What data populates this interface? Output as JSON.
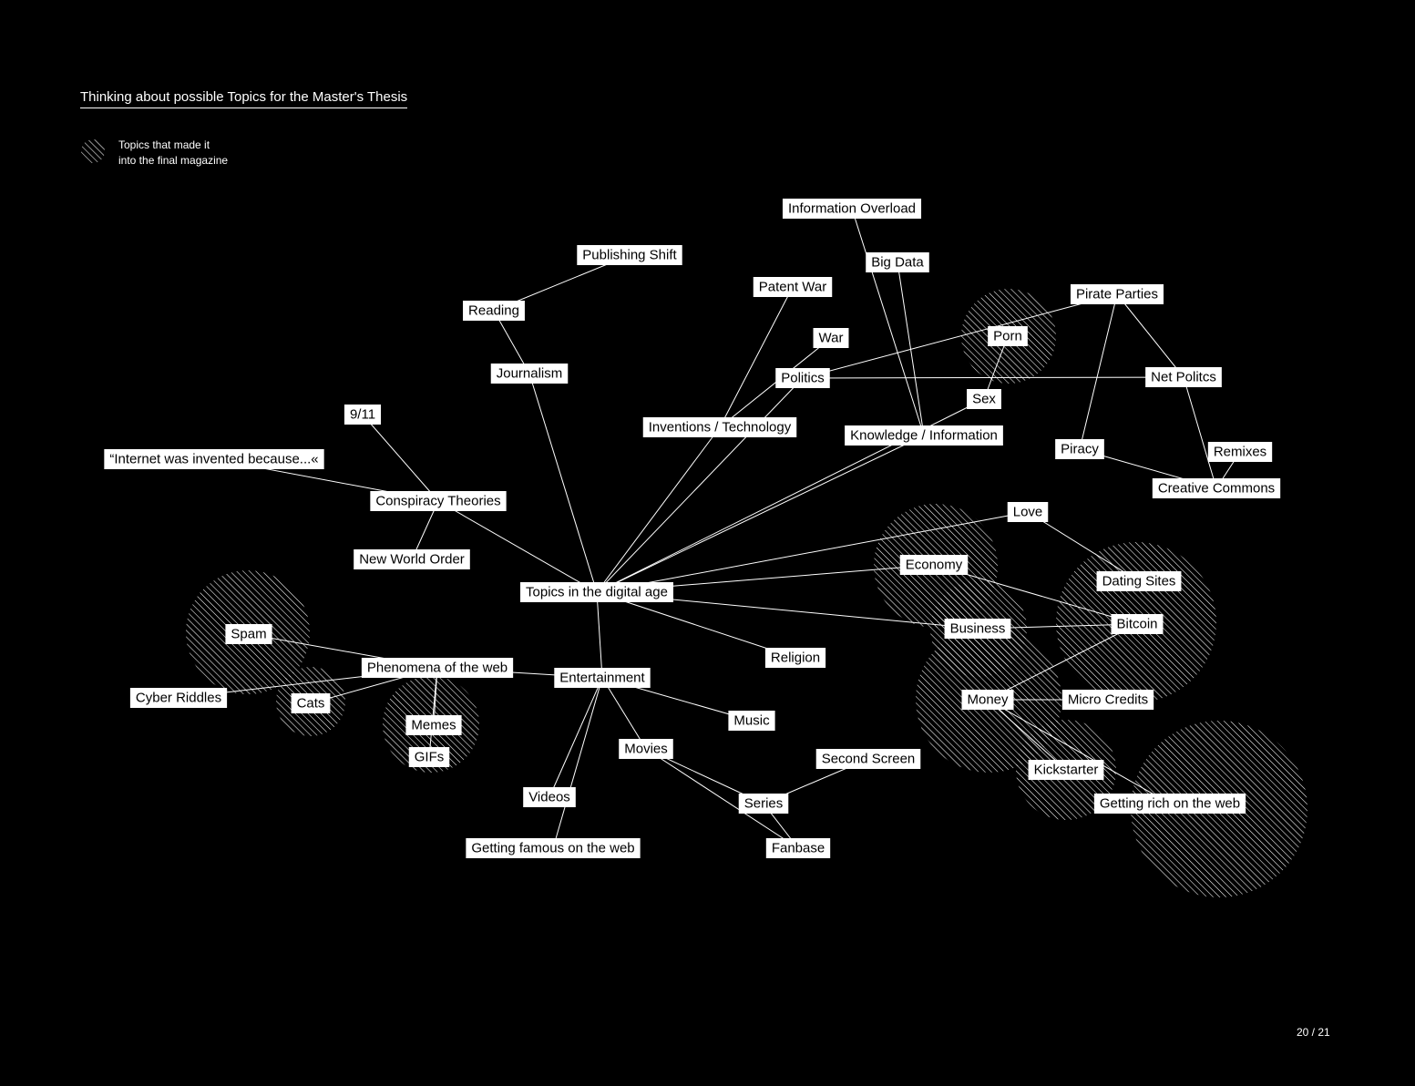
{
  "page": {
    "title": "Thinking about possible Topics for the Master's Thesis",
    "legend_line1": "Topics that made it",
    "legend_line2": "into the final magazine",
    "page_number": "20 / 21"
  },
  "colors": {
    "background": "#000000",
    "foreground": "#ffffff",
    "node_text": "#000000"
  },
  "nodes": [
    {
      "id": "information-overload",
      "label": "Information Overload"
    },
    {
      "id": "publishing-shift",
      "label": "Publishing Shift"
    },
    {
      "id": "big-data",
      "label": "Big Data"
    },
    {
      "id": "patent-war",
      "label": "Patent War"
    },
    {
      "id": "pirate-parties",
      "label": "Pirate Parties"
    },
    {
      "id": "reading",
      "label": "Reading"
    },
    {
      "id": "porn",
      "label": "Porn"
    },
    {
      "id": "war",
      "label": "War"
    },
    {
      "id": "journalism",
      "label": "Journalism"
    },
    {
      "id": "politics",
      "label": "Politics"
    },
    {
      "id": "net-politcs",
      "label": "Net Politcs"
    },
    {
      "id": "sex",
      "label": "Sex"
    },
    {
      "id": "nine-eleven",
      "label": "9/11"
    },
    {
      "id": "inventions-technology",
      "label": "Inventions / Technology"
    },
    {
      "id": "knowledge-information",
      "label": "Knowledge / Information"
    },
    {
      "id": "piracy",
      "label": "Piracy"
    },
    {
      "id": "remixes",
      "label": "Remixes"
    },
    {
      "id": "internet-invented",
      "label": "“Internet was invented because...«"
    },
    {
      "id": "creative-commons",
      "label": "Creative Commons"
    },
    {
      "id": "conspiracy-theories",
      "label": "Conspiracy Theories"
    },
    {
      "id": "love",
      "label": "Love"
    },
    {
      "id": "new-world-order",
      "label": "New World Order"
    },
    {
      "id": "economy",
      "label": "Economy"
    },
    {
      "id": "dating-sites",
      "label": "Dating Sites"
    },
    {
      "id": "topics-digital-age",
      "label": "Topics in the digital age"
    },
    {
      "id": "bitcoin",
      "label": "Bitcoin"
    },
    {
      "id": "business",
      "label": "Business"
    },
    {
      "id": "spam",
      "label": "Spam"
    },
    {
      "id": "religion",
      "label": "Religion"
    },
    {
      "id": "phenomena-web",
      "label": "Phenomena of the web"
    },
    {
      "id": "entertainment",
      "label": "Entertainment"
    },
    {
      "id": "cyber-riddles",
      "label": "Cyber Riddles"
    },
    {
      "id": "money",
      "label": "Money"
    },
    {
      "id": "micro-credits",
      "label": "Micro Credits"
    },
    {
      "id": "cats",
      "label": "Cats"
    },
    {
      "id": "music",
      "label": "Music"
    },
    {
      "id": "memes",
      "label": "Memes"
    },
    {
      "id": "movies",
      "label": "Movies"
    },
    {
      "id": "gifs",
      "label": "GIFs"
    },
    {
      "id": "second-screen",
      "label": "Second Screen"
    },
    {
      "id": "kickstarter",
      "label": "Kickstarter"
    },
    {
      "id": "videos",
      "label": "Videos"
    },
    {
      "id": "series",
      "label": "Series"
    },
    {
      "id": "getting-rich",
      "label": "Getting rich on the web"
    },
    {
      "id": "getting-famous",
      "label": "Getting famous on the web"
    },
    {
      "id": "fanbase",
      "label": "Fanbase"
    }
  ],
  "edges": [
    [
      "publishing-shift",
      "reading"
    ],
    [
      "reading",
      "journalism"
    ],
    [
      "journalism",
      "topics-digital-age"
    ],
    [
      "conspiracy-theories",
      "topics-digital-age"
    ],
    [
      "nine-eleven",
      "conspiracy-theories"
    ],
    [
      "internet-invented",
      "conspiracy-theories"
    ],
    [
      "new-world-order",
      "conspiracy-theories"
    ],
    [
      "inventions-technology",
      "topics-digital-age"
    ],
    [
      "patent-war",
      "inventions-technology"
    ],
    [
      "war",
      "inventions-technology"
    ],
    [
      "politics",
      "topics-digital-age"
    ],
    [
      "politics",
      "pirate-parties"
    ],
    [
      "politics",
      "net-politcs"
    ],
    [
      "pirate-parties",
      "net-politcs"
    ],
    [
      "pirate-parties",
      "piracy"
    ],
    [
      "net-politcs",
      "creative-commons"
    ],
    [
      "piracy",
      "creative-commons"
    ],
    [
      "remixes",
      "creative-commons"
    ],
    [
      "information-overload",
      "knowledge-information"
    ],
    [
      "big-data",
      "knowledge-information"
    ],
    [
      "knowledge-information",
      "topics-digital-age"
    ],
    [
      "porn",
      "sex"
    ],
    [
      "sex",
      "topics-digital-age"
    ],
    [
      "love",
      "topics-digital-age"
    ],
    [
      "love",
      "dating-sites"
    ],
    [
      "economy",
      "topics-digital-age"
    ],
    [
      "economy",
      "bitcoin"
    ],
    [
      "business",
      "topics-digital-age"
    ],
    [
      "business",
      "bitcoin"
    ],
    [
      "religion",
      "topics-digital-age"
    ],
    [
      "entertainment",
      "topics-digital-age"
    ],
    [
      "phenomena-web",
      "entertainment"
    ],
    [
      "spam",
      "phenomena-web"
    ],
    [
      "cyber-riddles",
      "phenomena-web"
    ],
    [
      "cats",
      "phenomena-web"
    ],
    [
      "memes",
      "phenomena-web"
    ],
    [
      "gifs",
      "phenomena-web"
    ],
    [
      "music",
      "entertainment"
    ],
    [
      "movies",
      "entertainment"
    ],
    [
      "videos",
      "entertainment"
    ],
    [
      "getting-famous",
      "entertainment"
    ],
    [
      "movies",
      "series"
    ],
    [
      "movies",
      "fanbase"
    ],
    [
      "series",
      "second-screen"
    ],
    [
      "series",
      "fanbase"
    ],
    [
      "money",
      "micro-credits"
    ],
    [
      "money",
      "bitcoin"
    ],
    [
      "money",
      "kickstarter"
    ],
    [
      "money",
      "getting-rich"
    ]
  ],
  "highlighted_topics": [
    "spam",
    "cats",
    "memes",
    "porn",
    "economy",
    "business",
    "money",
    "dating-sites",
    "kickstarter",
    "getting-rich"
  ]
}
